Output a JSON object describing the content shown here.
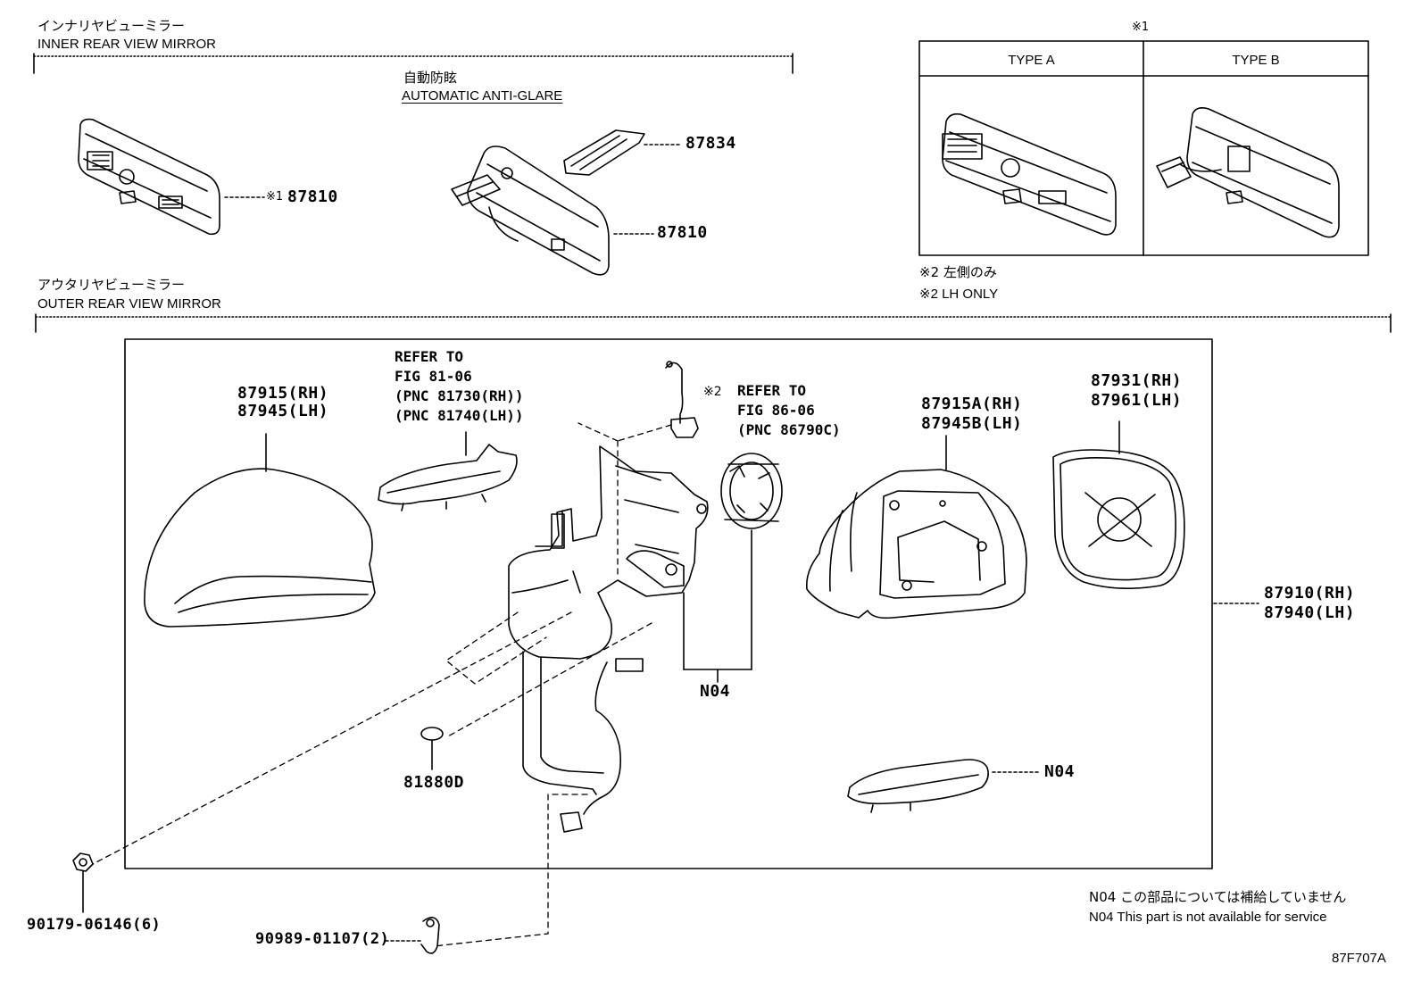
{
  "sections": {
    "inner_jp": "インナリヤビューミラー",
    "inner_en": "INNER REAR VIEW MIRROR",
    "outer_jp": "アウタリヤビューミラー",
    "outer_en": "OUTER REAR VIEW MIRROR"
  },
  "inner": {
    "auto_jp": "自動防眩",
    "auto_en": "AUTOMATIC ANTI-GLARE",
    "note1_mark": "※1",
    "part_87810_a": "87810",
    "part_87834": "87834",
    "part_87810_b": "87810"
  },
  "type_table": {
    "mark": "※1",
    "type_a": "TYPE  A",
    "type_b": "TYPE  B"
  },
  "lh_note": {
    "jp": "※2  左側のみ",
    "en": "※2 LH ONLY"
  },
  "outer": {
    "p87915_rh": "87915(RH)",
    "p87945_lh": "87945(LH)",
    "refer1_l1": "REFER TO",
    "refer1_l2": "FIG 81-06",
    "refer1_l3": "(PNC 81730(RH))",
    "refer1_l4": "(PNC 81740(LH))",
    "refer2_mark": "※2",
    "refer2_l1": "REFER TO",
    "refer2_l2": "FIG 86-06",
    "refer2_l3": "(PNC 86790C)",
    "p87915a_rh": "87915A(RH)",
    "p87945b_lh": "87945B(LH)",
    "p87931_rh": "87931(RH)",
    "p87961_lh": "87961(LH)",
    "p87910_rh": "87910(RH)",
    "p87940_lh": "87940(LH)",
    "n04_a": "N04",
    "n04_b": "N04",
    "p81880d": "81880D",
    "p90179": "90179-06146(6)",
    "p90989": "90989-01107(2)"
  },
  "footer": {
    "note_jp": "N04 この部品については補給していません",
    "note_en": "N04 This part is not available for service",
    "fig_code": "87F707A"
  }
}
